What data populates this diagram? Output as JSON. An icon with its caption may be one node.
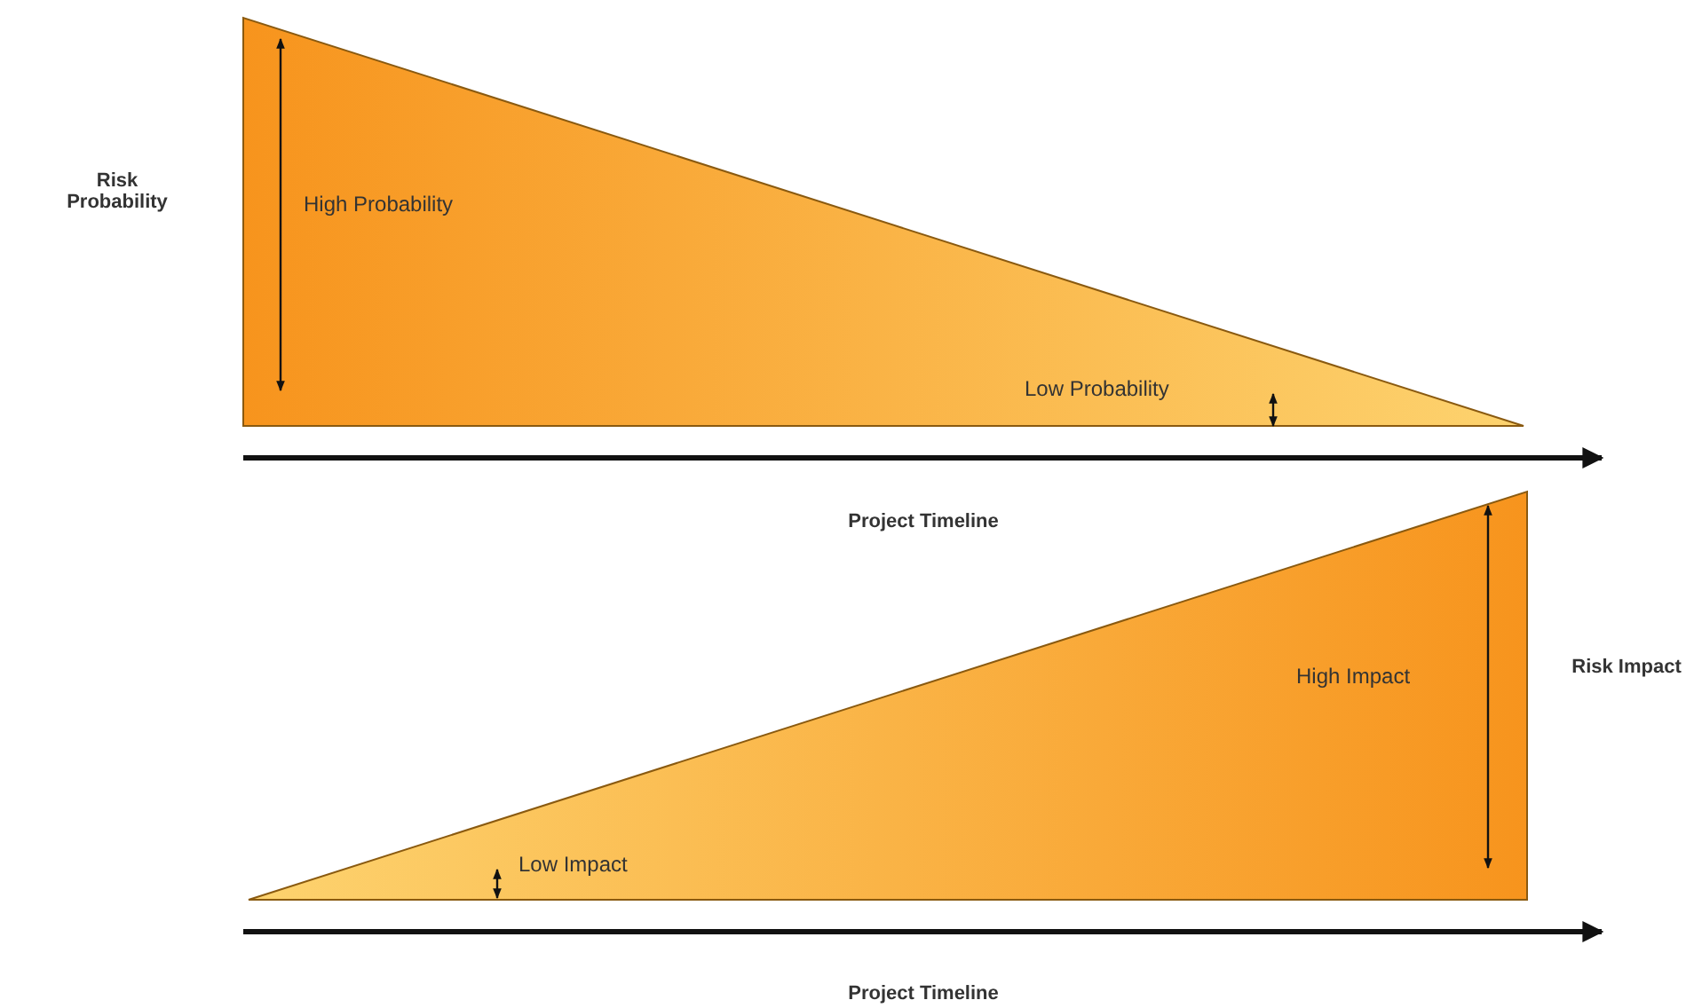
{
  "diagram": {
    "nodes": [
      {
        "text": [
          "High Probability",
          "Low Probability"
        ]
      },
      {
        "text": [
          "Low Impact",
          "High Impact"
        ]
      }
    ],
    "labels": [
      "Risk Probability",
      "Project Timeline",
      "Risk Impact",
      "Project Timeline"
    ]
  }
}
